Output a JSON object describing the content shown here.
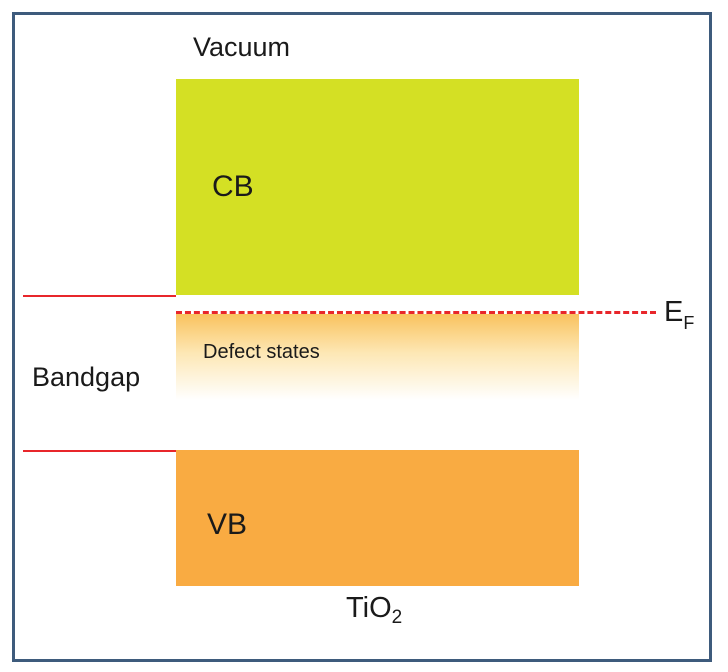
{
  "diagram": {
    "vacuum_label": "Vacuum",
    "conduction_band_label": "CB",
    "valence_band_label": "VB",
    "bandgap_label": "Bandgap",
    "defect_states_label": "Defect states",
    "fermi_level": {
      "symbol": "E",
      "subscript": "F"
    },
    "material": {
      "base": "TiO",
      "subscript": "2"
    },
    "colors": {
      "conduction_band": "#d4e024",
      "valence_band": "#f9ab42",
      "defect_states_top": "#f9c25e",
      "edge_lines": "#e8262b",
      "frame_border": "#3e5b7c"
    }
  }
}
